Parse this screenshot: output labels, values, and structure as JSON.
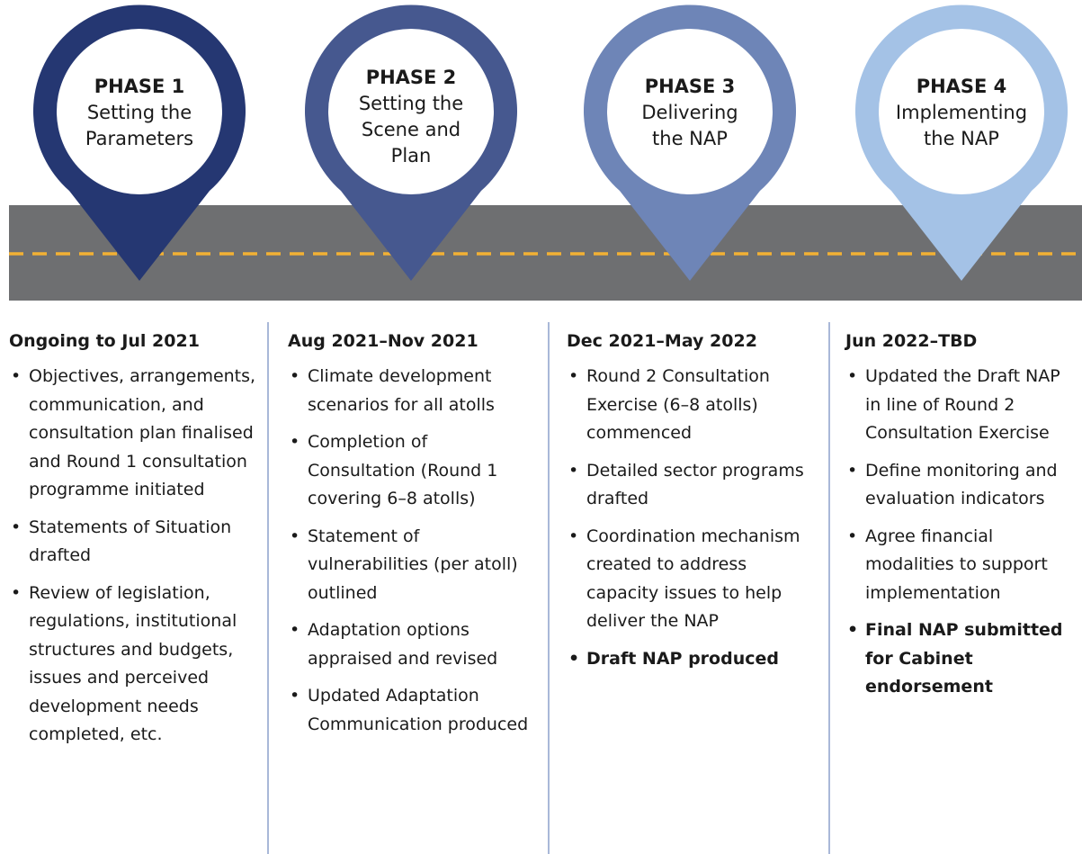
{
  "road": {
    "asphalt_color": "#6e6f71",
    "dash_color": "#f2b134"
  },
  "phases": [
    {
      "title": "PHASE 1",
      "subtitle_lines": [
        "Setting the",
        "Parameters"
      ],
      "color": "#253772",
      "period": "Ongoing to Jul 2021",
      "items": [
        {
          "text": "Objectives, arrangements, communication, and consultation plan finalised and Round 1 consultation programme initiated",
          "bold": false
        },
        {
          "text": "Statements of Situation drafted",
          "bold": false
        },
        {
          "text": "Review of legislation, regulations, institutional structures and budgets, issues and perceived development needs completed, etc.",
          "bold": false
        }
      ]
    },
    {
      "title": "PHASE 2",
      "subtitle_lines": [
        "Setting the",
        "Scene and",
        "Plan"
      ],
      "color": "#46588f",
      "period": "Aug 2021–Nov 2021",
      "items": [
        {
          "text": "Climate development scenarios for all atolls",
          "bold": false
        },
        {
          "text": "Completion of Consultation (Round 1 covering 6–8 atolls)",
          "bold": false
        },
        {
          "text": "Statement of vulnerabilities (per atoll) outlined",
          "bold": false
        },
        {
          "text": "Adaptation options appraised and revised",
          "bold": false
        },
        {
          "text": "Updated Adaptation Communication produced",
          "bold": false
        }
      ]
    },
    {
      "title": "PHASE 3",
      "subtitle_lines": [
        "Delivering",
        "the NAP"
      ],
      "color": "#6e85b7",
      "period": "Dec 2021–May 2022",
      "items": [
        {
          "text": "Round 2 Consultation Exercise (6–8 atolls) commenced",
          "bold": false
        },
        {
          "text": "Detailed sector programs drafted",
          "bold": false
        },
        {
          "text": "Coordination mechanism created to address capacity issues to help deliver the NAP",
          "bold": false
        },
        {
          "text": "Draft NAP produced",
          "bold": true
        }
      ]
    },
    {
      "title": "PHASE 4",
      "subtitle_lines": [
        "Implementing",
        "the NAP"
      ],
      "color": "#a4c2e6",
      "period": "Jun 2022–TBD",
      "items": [
        {
          "text": "Updated the Draft NAP in line of Round 2 Consultation Exercise",
          "bold": false
        },
        {
          "text": "Define monitoring and evaluation indicators",
          "bold": false
        },
        {
          "text": "Agree financial modalities to support implementation",
          "bold": false
        },
        {
          "text": "Final NAP submitted for Cabinet endorsement",
          "bold": true
        }
      ]
    }
  ]
}
